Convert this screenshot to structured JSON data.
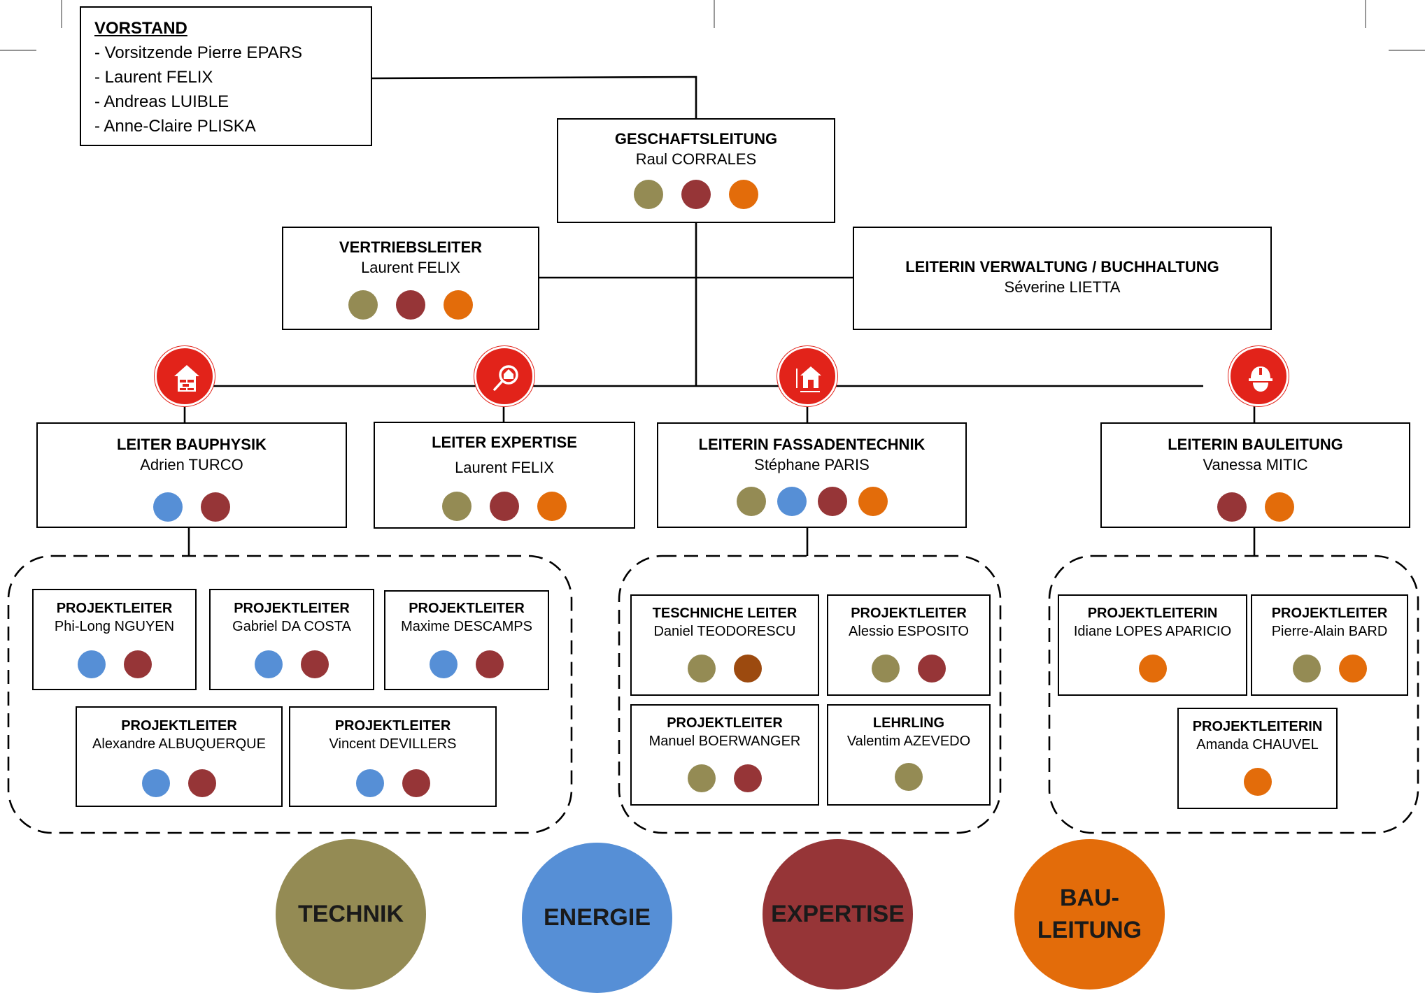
{
  "colors": {
    "technik": "#948b54",
    "energie": "#568fd6",
    "expertise": "#963537",
    "bauleitung": "#e36c0a",
    "extra": "#9c4a0f",
    "icon_red": "#e2231a"
  },
  "vorstand": {
    "title": "VORSTAND",
    "members": [
      "- Vorsitzende Pierre EPARS",
      "- Laurent FELIX",
      "- Andreas LUIBLE",
      "- Anne-Claire PLISKA"
    ]
  },
  "geschaeftsleitung": {
    "role": "GESCHAFTSLEITUNG",
    "name": "Raul CORRALES",
    "dots": [
      "technik",
      "expertise",
      "bauleitung"
    ]
  },
  "vertrieb": {
    "role": "VERTRIEBSLEITER",
    "name": "Laurent FELIX",
    "dots": [
      "technik",
      "expertise",
      "bauleitung"
    ]
  },
  "verwaltung": {
    "role": "LEITERIN VERWALTUNG / BUCHHALTUNG",
    "name": "Séverine LIETTA"
  },
  "icons": [
    "house-brick-icon",
    "magnifier-house-icon",
    "house-measure-icon",
    "hardhat-worker-icon"
  ],
  "leads": [
    {
      "role": "LEITER BAUPHYSIK",
      "name": "Adrien TURCO",
      "dots": [
        "energie",
        "expertise"
      ]
    },
    {
      "role": "LEITER EXPERTISE",
      "name": "Laurent FELIX",
      "dots": [
        "technik",
        "expertise",
        "bauleitung"
      ]
    },
    {
      "role": "LEITERIN FASSADENTECHNIK",
      "name": "Stéphane PARIS",
      "dots": [
        "technik",
        "energie",
        "expertise",
        "bauleitung"
      ]
    },
    {
      "role": "LEITERIN BAULEITUNG",
      "name": "Vanessa MITIC",
      "dots": [
        "expertise",
        "bauleitung"
      ]
    }
  ],
  "team_bauphysik": [
    {
      "role": "PROJEKTLEITER",
      "name": "Phi-Long NGUYEN",
      "dots": [
        "energie",
        "expertise"
      ]
    },
    {
      "role": "PROJEKTLEITER",
      "name": "Gabriel DA COSTA",
      "dots": [
        "energie",
        "expertise"
      ]
    },
    {
      "role": "PROJEKTLEITER",
      "name": "Maxime DESCAMPS",
      "dots": [
        "energie",
        "expertise"
      ]
    },
    {
      "role": "PROJEKTLEITER",
      "name": "Alexandre ALBUQUERQUE",
      "dots": [
        "energie",
        "expertise"
      ]
    },
    {
      "role": "PROJEKTLEITER",
      "name": "Vincent DEVILLERS",
      "dots": [
        "energie",
        "expertise"
      ]
    }
  ],
  "team_fassade": [
    {
      "role": "TESCHNICHE LEITER",
      "name": "Daniel TEODORESCU",
      "dots": [
        "technik",
        "extra"
      ]
    },
    {
      "role": "PROJEKTLEITER",
      "name": "Alessio ESPOSITO",
      "dots": [
        "technik",
        "expertise"
      ]
    },
    {
      "role": "PROJEKTLEITER",
      "name": "Manuel BOERWANGER",
      "dots": [
        "technik",
        "expertise"
      ]
    },
    {
      "role": "LEHRLING",
      "name": "Valentim AZEVEDO",
      "dots": [
        "technik"
      ]
    }
  ],
  "team_bauleitung": [
    {
      "role": "PROJEKTLEITERIN",
      "name": "Idiane LOPES APARICIO",
      "dots": [
        "bauleitung"
      ]
    },
    {
      "role": "PROJEKTLEITER",
      "name": "Pierre-Alain BARD",
      "dots": [
        "technik",
        "bauleitung"
      ]
    },
    {
      "role": "PROJEKTLEITERIN",
      "name": "Amanda CHAUVEL",
      "dots": [
        "bauleitung"
      ]
    }
  ],
  "legend": [
    {
      "key": "technik",
      "label": "TECHNIK"
    },
    {
      "key": "energie",
      "label": "ENERGIE"
    },
    {
      "key": "expertise",
      "label": "EXPERTISE"
    },
    {
      "key": "bauleitung",
      "label": "BAU-\nLEITUNG"
    }
  ]
}
